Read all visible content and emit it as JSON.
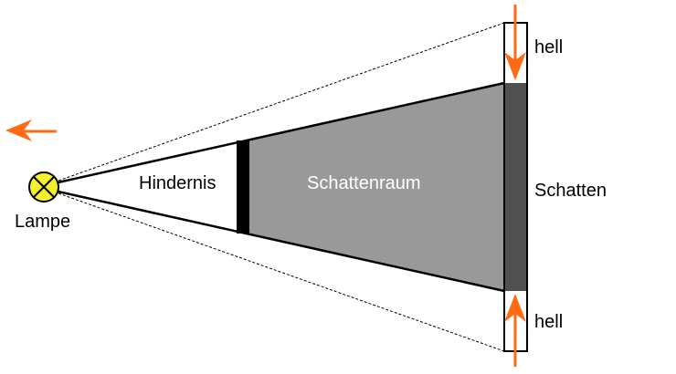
{
  "labels": {
    "lamp": "Lampe",
    "obstacle": "Hindernis",
    "shadow_space": "Schattenraum",
    "shadow": "Schatten",
    "bright_top": "hell",
    "bright_bottom": "hell"
  },
  "colors": {
    "arrow": "#ff6a13",
    "lamp": "#f5f02a",
    "shadow_space": "#999999",
    "shadow": "#505050",
    "obstacle": "#000000"
  }
}
